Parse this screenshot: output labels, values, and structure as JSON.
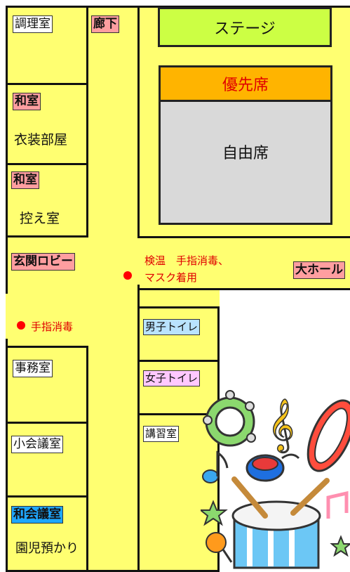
{
  "rooms": {
    "cooking": "調理室",
    "corridor": "廊下",
    "stage": "ステージ",
    "priority_seats": "優先席",
    "free_seats": "自由席",
    "japanese_room_1": "和室",
    "costume_room": "衣装部屋",
    "japanese_room_2": "和室",
    "waiting_room": "控え室",
    "entrance_lobby": "玄関ロビー",
    "big_hall": "大ホール",
    "checkpoint_line1": "検温　手指消毒、",
    "checkpoint_line2": "マスク着用",
    "hand_sanitize": "手指消毒",
    "office": "事務室",
    "small_meeting": "小会議室",
    "japanese_meeting": "和会議室",
    "childcare": "園児預かり",
    "mens_toilet": "男子トイレ",
    "womens_toilet": "女子トイレ",
    "lecture_room": "講習室"
  },
  "colors": {
    "floor": "#ffff71",
    "stage": "#ccff44",
    "priority": "#ffb400",
    "free": "#d9d9d9",
    "label_pink": "#ff9ea0",
    "dot": "#ff0000"
  }
}
